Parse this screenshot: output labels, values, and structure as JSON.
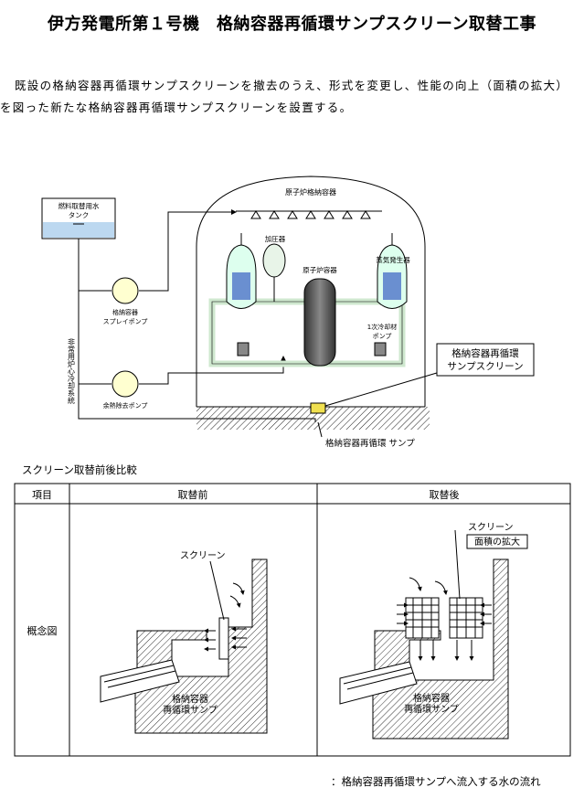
{
  "title": "伊方発電所第１号機　格納容器再循環サンプスクリーン取替工事",
  "description": "既設の格納容器再循環サンプスクリーンを撤去のうえ、形式を変更し、性能の向上（面積の拡大）を図った新たな格納容器再循環サンプスクリーンを設置する。",
  "diagram": {
    "tank_label_1": "燃料取替用水",
    "tank_label_2": "タンク",
    "cv_label": "原子炉格納容器",
    "pressurizer_label": "加圧器",
    "reactor_label": "原子炉容器",
    "sg_label": "蒸気発生器",
    "spray_pump_label_1": "格納容器",
    "spray_pump_label_2": "スプレイポンプ",
    "rhr_pump_label": "余熱除去ポンプ",
    "rcp_label_1": "1次冷却材",
    "rcp_label_2": "ポンプ",
    "eccs_label": "非常用炉心冷却系統",
    "callout_line1": "格納容器再循環",
    "callout_line2": "サンプスクリーン",
    "sump_label": "格納容器再循環 サンプ"
  },
  "comparison": {
    "heading": "スクリーン取替前後比較",
    "col_item": "項目",
    "col_before": "取替前",
    "col_after": "取替後",
    "row_label": "概念図",
    "before_screen_label": "スクリーン",
    "before_sump_label_1": "格納容器",
    "before_sump_label_2": "再循環サンプ",
    "after_screen_label": "スクリーン",
    "after_area_label": "面積の拡大",
    "after_sump_label_1": "格納容器",
    "after_sump_label_2": "再循環サンプ"
  },
  "legend": "：格納容器再循環サンプへ流入する水の流れ"
}
